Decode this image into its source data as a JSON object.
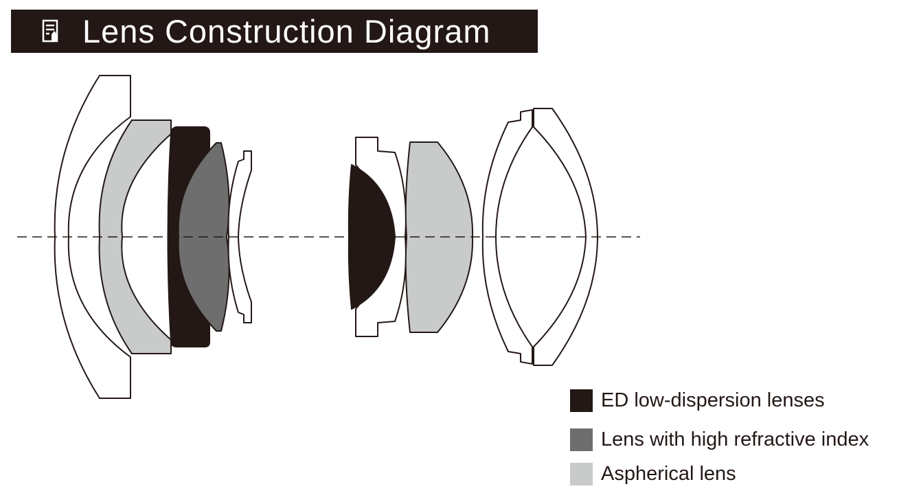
{
  "title": {
    "text": "Lens Construction Diagram",
    "icon": "document-pencil-icon"
  },
  "colors": {
    "title_background": "#231815",
    "ed_lens": "#231815",
    "high_index_lens": "#6e6e6e",
    "aspherical_lens": "#c9caca",
    "plain_lens": "#ffffff",
    "outline": "#231815"
  },
  "legend": {
    "items": [
      {
        "label": "ED low-dispersion lenses",
        "color": "#231815"
      },
      {
        "label": "Lens with high refractive index",
        "color": "#6e6e6e"
      },
      {
        "label": "Aspherical lens",
        "color": "#c9caca"
      }
    ]
  }
}
